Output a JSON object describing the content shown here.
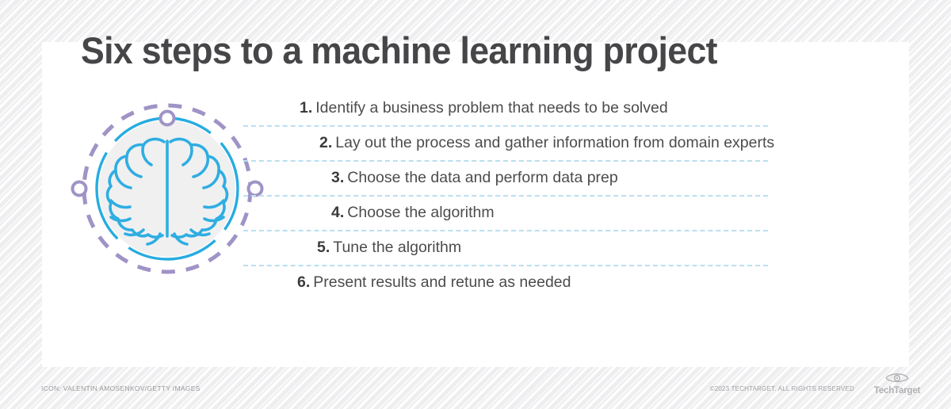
{
  "card": {
    "title": "Six steps to a machine learning project"
  },
  "icon": {
    "name": "brain-network-icon",
    "brain_color": "#2eaee2",
    "ring_color": "#27ace0",
    "dashed_ring_color": "#a093c6",
    "node_color": "#a093c6",
    "disc_color": "#f0f0f1",
    "nodes": [
      "top-node",
      "left-node",
      "right-node"
    ]
  },
  "steps": [
    {
      "num": "1.",
      "text": "Identify a business problem that needs to be solved"
    },
    {
      "num": "2.",
      "text": "Lay out the process and gather information from domain experts"
    },
    {
      "num": "3.",
      "text": "Choose the data and perform data prep"
    },
    {
      "num": "4.",
      "text": "Choose the algorithm"
    },
    {
      "num": "5.",
      "text": "Tune the algorithm"
    },
    {
      "num": "6.",
      "text": "Present results and retune as needed"
    }
  ],
  "separator": {
    "color": "#bcdff2",
    "style": "dashed"
  },
  "footer": {
    "credit": "ICON: VALENTIN AMOSENKOV/GETTY IMAGES",
    "copyright": "©2023 TECHTARGET. ALL RIGHTS RESERVED",
    "logo_text": "TechTarget",
    "logo_icon": "eye-icon"
  },
  "colors": {
    "title": "#464648",
    "body_text": "#4c4c4e",
    "background": "#f2f2f3",
    "card": "#ffffff",
    "accent_blue": "#27ace0",
    "accent_purple": "#a093c6"
  }
}
